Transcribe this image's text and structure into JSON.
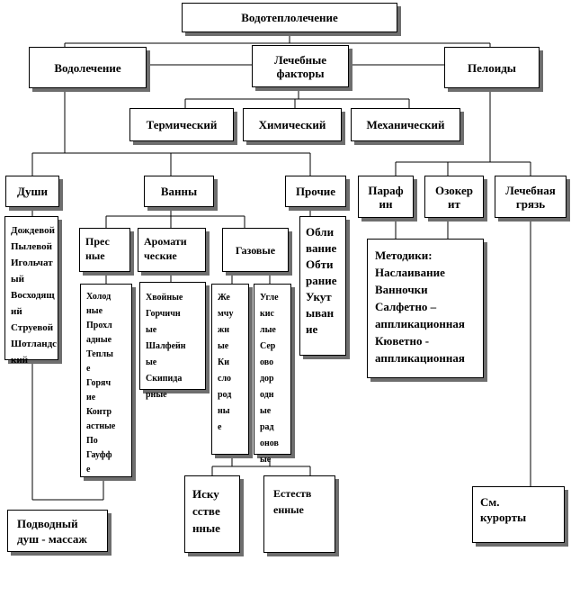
{
  "title": "Водотеплолечение",
  "level1": {
    "vodolechenie": "Водолечение",
    "lechebnye_faktory": "Лечебные\nфакторы",
    "peloidy": "Пелоиды"
  },
  "factors": {
    "termicheskiy": "Термический",
    "himicheskiy": "Химический",
    "mehanicheskiy": "Механический"
  },
  "level3": {
    "dushi": "Души",
    "vanny": "Ванны",
    "prochie": "Прочие",
    "parafin": "Параф\nин",
    "ozokerit": "Озокер\nит",
    "lechebnaya_gryaz": "Лечебная\nгрязь"
  },
  "dushi_list": "Дождевой\nПылевой\nИгольчат\nый\nВосходящ\nий\nСтруевой\nШотландс\nкий",
  "prochie_list": "Обли\nвание\nОбти\nрание\nУкут\nыван\nие",
  "vanny_types": {
    "presnye": "Прес\nные",
    "aromaticheskie": "Аромати\nческие",
    "gazovye": "Газовые"
  },
  "presnye_list": "Холод\nные\nПрохл\nадные\nТеплы\nе\nГоряч\nие\nКонтр\nастные\nПо\nГауфф\nе",
  "aromaticheskie_list": "Хвойные\nГорчичн\nые\nШалфейн\nые\nСкипида\nрные",
  "gazovye_left": "Же\nмчу\nжн\nые\nКи\nсло\nрод\nны\nе",
  "gazovye_right": "Угле\nкис\nлые\nСер\nово\nдор\nодн\nые\nрад\nонов\nые",
  "metodiki": "Методики:\nНаслаивание\nВанночки\nСалфетно –\nаппликационная\nКюветно -\nаппликационная",
  "iskusstvennye": "Иску\nсстве\nнные",
  "estestvennye": "Естеств\nенные",
  "podvodny": "Подводный\nдуш - массаж",
  "kurorty": "См.\nкурорты"
}
